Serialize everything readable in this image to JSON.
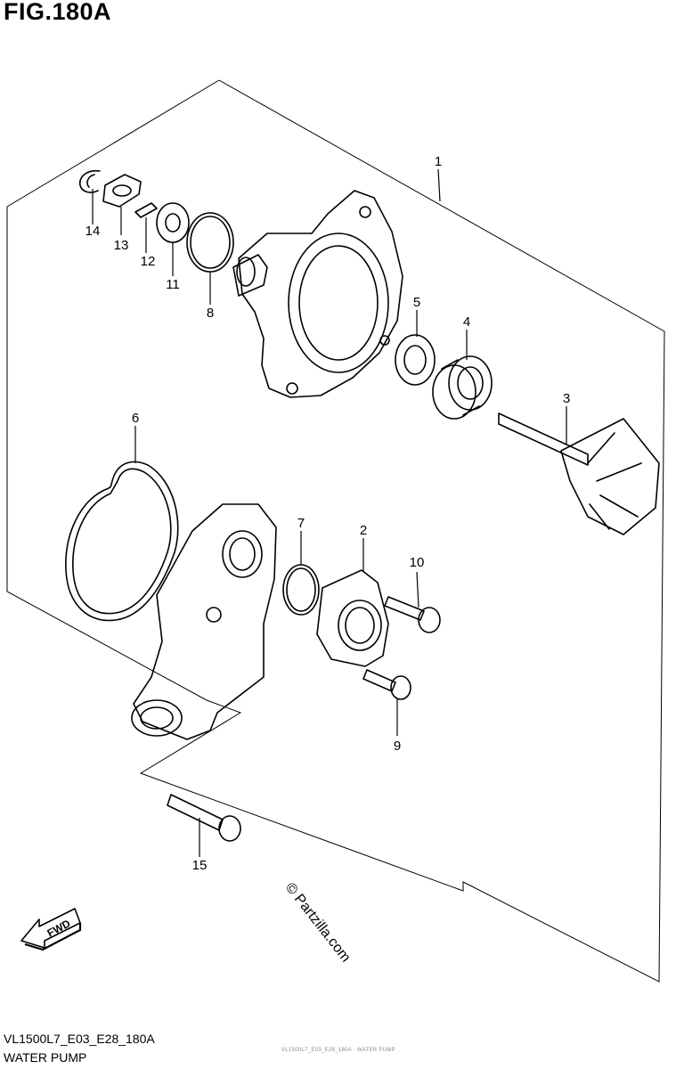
{
  "figure": {
    "title": "FIG.180A",
    "code": "VL1500L7_E03_E28_180A",
    "name": "WATER PUMP",
    "tiny_code": "VL1500L7_E03_E28_180A · WATER PUMP"
  },
  "watermark": "© Partzilla.com",
  "fwd_label": "FWD",
  "callouts": [
    {
      "id": "c1",
      "label": "1"
    },
    {
      "id": "c2",
      "label": "2"
    },
    {
      "id": "c3",
      "label": "3"
    },
    {
      "id": "c4",
      "label": "4"
    },
    {
      "id": "c5",
      "label": "5"
    },
    {
      "id": "c6",
      "label": "6"
    },
    {
      "id": "c7",
      "label": "7"
    },
    {
      "id": "c8",
      "label": "8"
    },
    {
      "id": "c9",
      "label": "9"
    },
    {
      "id": "c10",
      "label": "10"
    },
    {
      "id": "c11",
      "label": "11"
    },
    {
      "id": "c12",
      "label": "12"
    },
    {
      "id": "c13",
      "label": "13"
    },
    {
      "id": "c14",
      "label": "14"
    },
    {
      "id": "c15",
      "label": "15"
    }
  ]
}
